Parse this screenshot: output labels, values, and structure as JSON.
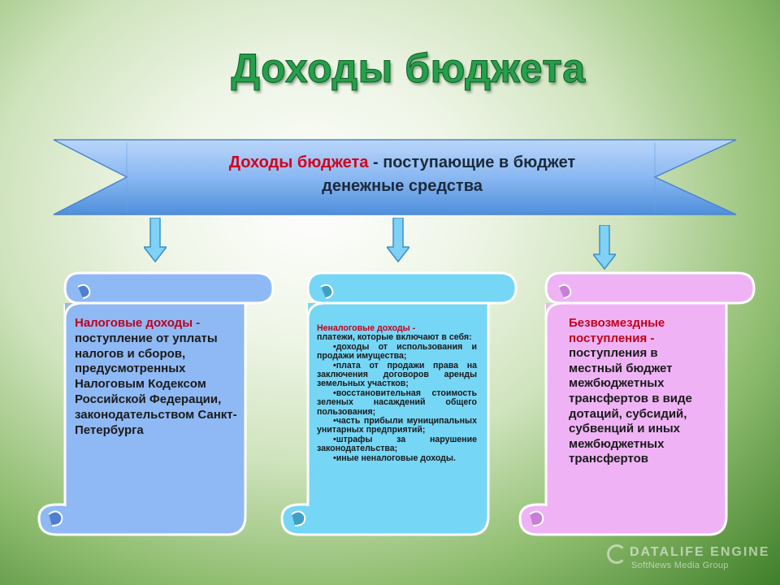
{
  "title": "Доходы бюджета",
  "banner": {
    "term": "Доходы бюджета",
    "definition_line1": " - поступающие в бюджет",
    "definition_line2": "денежные средства"
  },
  "cards": [
    {
      "heading": "Налоговые доходы -",
      "body": "поступление от уплаты налогов и сборов, предусмотренных Налоговым Кодексом Российской Федерации, законодательством Санкт-Петербурга",
      "color": "#8fb9f4"
    },
    {
      "heading": "Неналоговые доходы -",
      "lead": "платежи, которые включают в себя:",
      "items": [
        "•доходы от использования и продажи имущества;",
        "•плата от продажи права на заключения договоров аренды земельных участков;",
        "•восстановительная стоимость зеленых насаждений общего пользования;",
        "•часть прибыли муниципальных унитарных предприятий;",
        "•штрафы за нарушение законодательства;",
        "•иные неналоговые доходы."
      ],
      "color": "#76d6f6"
    },
    {
      "heading": "Безвозмездные поступления -",
      "body": "поступления в местный бюджет межбюджетных трансфертов в виде дотаций, субсидий, субвенций и иных межбюджетных трансфертов",
      "color": "#efb3f5"
    }
  ],
  "watermark": {
    "main": "DATALIFE ENGINE",
    "sub": "SoftNews Media Group"
  },
  "colors": {
    "title_green": "#25a04a",
    "accent_red": "#d4001a",
    "banner_blue": "#5d9be3",
    "arrow_blue": "#7fd1f5"
  }
}
